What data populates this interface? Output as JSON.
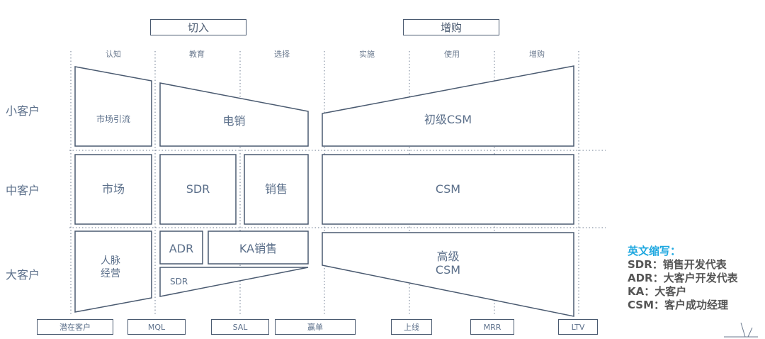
{
  "top": {
    "cut_in": "切入",
    "upsell": "增购"
  },
  "stages": [
    "认知",
    "教育",
    "选择",
    "实施",
    "使用",
    "增购"
  ],
  "rows": {
    "small": "小客户",
    "medium": "中客户",
    "large": "大客户"
  },
  "cells": {
    "market_lead": "市场引流",
    "telesales": "电销",
    "junior_csm": "初级CSM",
    "market": "市场",
    "sdr": "SDR",
    "sales": "销售",
    "csm": "CSM",
    "relationship_line1": "人脉",
    "relationship_line2": "经营",
    "adr": "ADR",
    "ka_sales": "KA销售",
    "sdr_small": "SDR",
    "senior_csm_line1": "高级",
    "senior_csm_line2": "CSM"
  },
  "milestones": [
    "潜在客户",
    "MQL",
    "SAL",
    "赢单",
    "上线",
    "MRR",
    "LTV"
  ],
  "legend": {
    "title": "英文缩写：",
    "items": [
      "SDR：销售开发代表",
      "ADR：大客户开发代表",
      "KA：大客户",
      "CSM：客户成功经理"
    ],
    "title_color": "#1fa8e0",
    "text_color": "#555555"
  },
  "colors": {
    "line": "#4a5a70",
    "text": "#5b6f8a"
  }
}
